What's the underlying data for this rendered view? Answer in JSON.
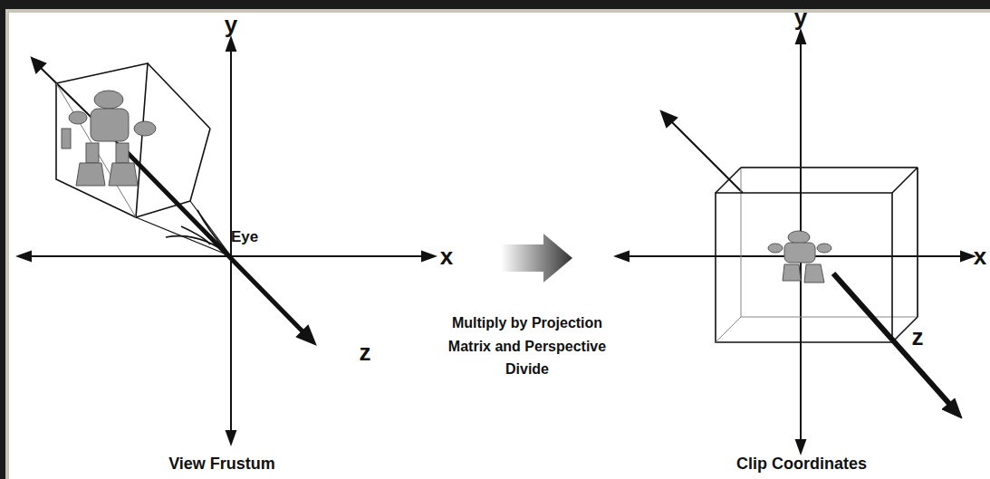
{
  "diagram": {
    "labels": [
      "y",
      "x",
      "Eye",
      "z",
      "View Frustum",
      "Multiply by Projection Matrix and Perspective Divide",
      "y",
      "x",
      "z",
      "Clip Coordinates"
    ]
  }
}
